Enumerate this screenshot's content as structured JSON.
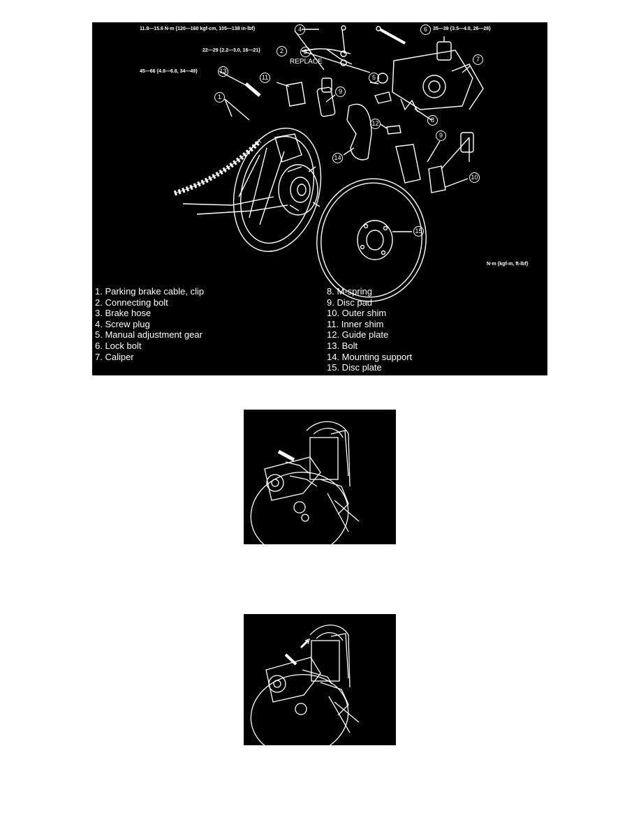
{
  "main_figure": {
    "torque_specs": {
      "screw_plug": "11.8—15.6 N·m {120—160 kgf-cm, 105—138 in·lbf}",
      "connecting_bolt": "22—29 {2.2—3.0, 16—21}",
      "bolt": "45—66 {4.6—6.8, 34—49}",
      "lock_bolt": "35—39 {3.5—4.0, 26—28}"
    },
    "replace_label": "REPLACE",
    "units_note": "N·m {kgf-m, ft-lbf}",
    "callout_numbers": [
      "1",
      "2",
      "3",
      "4",
      "5",
      "6",
      "7",
      "8",
      "9",
      "10",
      "11",
      "12",
      "13",
      "14",
      "15"
    ],
    "legend_left": [
      "1.  Parking brake cable, clip",
      "2.  Connecting bolt",
      "3.  Brake hose",
      "4.  Screw plug",
      "5.  Manual adjustment gear",
      "6.  Lock bolt",
      "7.  Caliper"
    ],
    "legend_right": [
      "8.  M-spring",
      "9.  Disc pad",
      "10.  Outer shim",
      "11.  Inner shim",
      "12.  Guide plate",
      "13.  Bolt",
      "14.  Mounting support",
      "15.  Disc plate"
    ]
  },
  "colors": {
    "figure_background": "#000000",
    "line_art": "#ffffff",
    "page_background": "#ffffff"
  }
}
